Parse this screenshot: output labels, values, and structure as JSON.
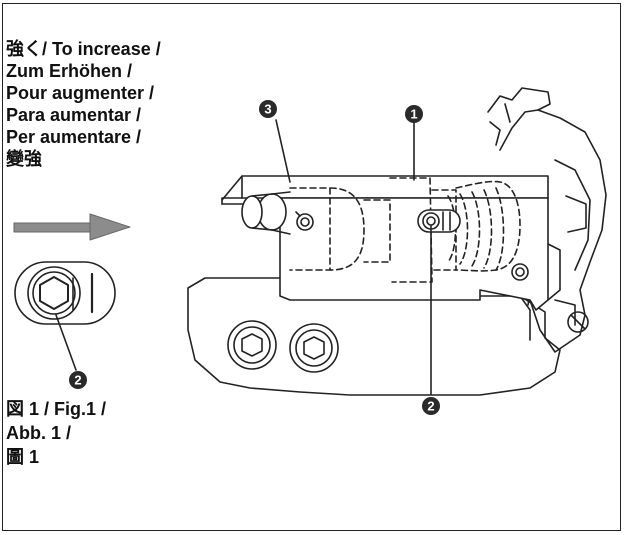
{
  "caption": {
    "lines": [
      "強く/ To increase /",
      "Zum Erhöhen /",
      "Pour augmenter /",
      "Para aumentar /",
      "Per aumentare /",
      "變強"
    ]
  },
  "figure_label": {
    "lines": [
      "図 1 / Fig.1 /",
      "Abb. 1 /",
      "圖 1"
    ]
  },
  "callouts": {
    "c1": "1",
    "c2_left": "2",
    "c2_right": "2",
    "c3": "3"
  },
  "colors": {
    "ink": "#222222",
    "callout_fill": "#2a2a2a",
    "arrow": "#8c8c8c"
  }
}
